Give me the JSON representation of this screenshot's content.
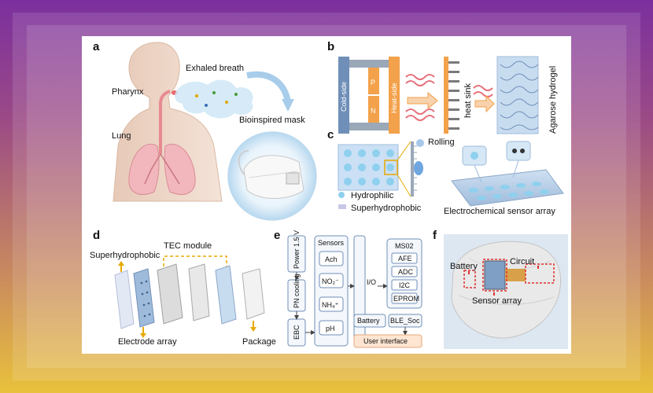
{
  "panels": {
    "a": {
      "label": "a",
      "exhaled_breath": "Exhaled breath",
      "pharynx": "Pharynx",
      "lung": "Lung",
      "bioinspired_mask": "Bioinspired mask"
    },
    "b": {
      "label": "b",
      "cold_side": "Cold-side",
      "p": "P",
      "n": "N",
      "heat_side": "Heat-side",
      "heat_sink": "heat sink",
      "agarose_hydrogel": "Agarose hydrogel"
    },
    "c": {
      "label": "c",
      "rolling": "Rolling",
      "hydrophilic": "Hydrophilic",
      "superhydrophobic": "Superhydrophobic",
      "electrochemical_sensor_array": "Electrochemical sensor array"
    },
    "d": {
      "label": "d",
      "tec_module": "TEC module",
      "superhydrophobic": "Superhydrophobic",
      "electrode_array": "Electrode array",
      "package": "Package"
    },
    "e": {
      "label": "e",
      "power": "Power 1.5 V",
      "pn_cooling": "PN cooling",
      "ebc": "EBC",
      "sensors_title": "Sensors",
      "sensors": [
        "Ach",
        "NO₂⁻",
        "NH₄⁺",
        "pH"
      ],
      "io": "I/O",
      "ms02_title": "MS02",
      "ms02_items": [
        "AFE",
        "ADC",
        "I2C",
        "EPROM"
      ],
      "battery": "Battery",
      "ble_soc": "BLE_Soc",
      "user_interface": "User interface"
    },
    "f": {
      "label": "f",
      "battery": "Battery",
      "circuit": "Circuit",
      "sensor_array": "Sensor array"
    }
  },
  "colors": {
    "accent_orange": "#f3a14a",
    "blue_plate": "#6f8fb8",
    "dashed_red": "#e03030",
    "tec_dash": "#e8a800"
  }
}
